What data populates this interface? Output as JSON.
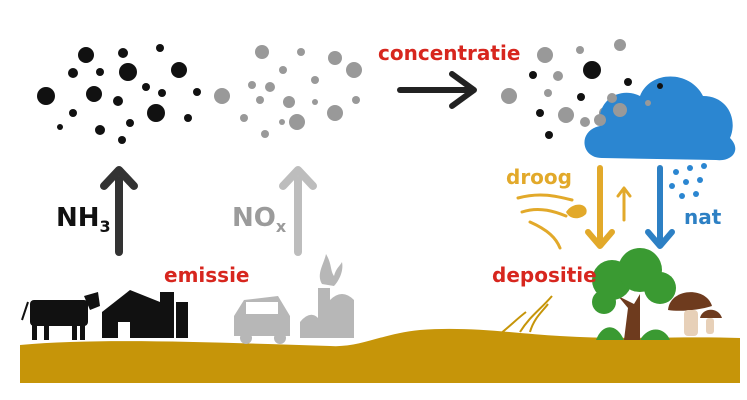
{
  "labels": {
    "nh3": "NH",
    "nh3_sub": "3",
    "nox": "NO",
    "nox_sub": "x",
    "emission": "emissie",
    "concentration": "concentratie",
    "dry": "droog",
    "wet": "nat",
    "deposition": "depositie"
  },
  "colors": {
    "emission_label": "#d7261e",
    "dry": "#e2a92a",
    "wet": "#2d80c4",
    "nh3": "#111111",
    "nox": "#9b9b9b",
    "ground": "#c69509",
    "cloud": "#2b86d1",
    "tree": "#3a9a32",
    "mushroom": "#6e3b1e"
  },
  "icons": [
    "cow-icon",
    "barn-icon",
    "car-icon",
    "factory-icon",
    "cloud-icon",
    "rain-icon",
    "leaves-icon",
    "tree-icon",
    "mushroom-icon",
    "grass-icon"
  ]
}
